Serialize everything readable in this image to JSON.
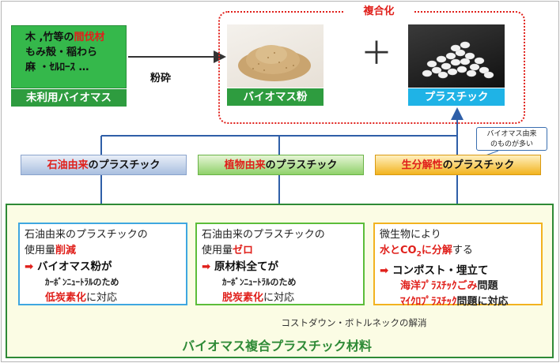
{
  "source": {
    "line1_prefix": "木 ,竹等の",
    "line1_highlight": "間伐材",
    "line2": "もみ殻・稲わら",
    "line3": "麻 ・ｾﾙﾛｰｽ …",
    "label": "未利用バイオマス"
  },
  "process_label": "粉砕",
  "composite": {
    "title": "複合化",
    "biomass_powder_label": "バイオマス粉",
    "plastic_label": "プラスチック",
    "plus_symbol": "＋"
  },
  "callout": {
    "line1": "バイオマス由来",
    "line2": "のものが多い"
  },
  "categories": [
    {
      "highlight": "石油由来",
      "suffix": "のプラスチック"
    },
    {
      "highlight": "植物由来",
      "suffix": "のプラスチック"
    },
    {
      "highlight": "生分解性",
      "suffix": "のプラスチック"
    }
  ],
  "descriptions": {
    "petroleum": {
      "line1": "石油由来のプラスチックの",
      "line2_prefix": "使用量",
      "line2_highlight": "削減",
      "arrow": "➡",
      "line3": "バイオマス粉が",
      "line4": "ｶｰﾎﾞﾝﾆｭｰﾄﾗﾙのため",
      "line5_highlight": "低炭素化",
      "line5_suffix": "に対応"
    },
    "plant": {
      "line1": "石油由来のプラスチックの",
      "line2_prefix": "使用量",
      "line2_highlight": "ゼロ",
      "arrow": "➡",
      "line3": "原材料全てが",
      "line4": "ｶｰﾎﾞﾝﾆｭｰﾄﾗﾙのため",
      "line5_highlight": "脱炭素化",
      "line5_suffix": "に対応"
    },
    "biodegradable": {
      "line1": "微生物により",
      "line2_a": "水とCO",
      "line2_sub": "2",
      "line2_b": "に分解",
      "line2_suffix": "する",
      "arrow": "➡",
      "line3": "コンポスト・埋立て",
      "line4_highlight": "海洋ﾌﾟﾗｽﾁｯｸごみ",
      "line4_suffix": "問題",
      "line5_highlight": "ﾏｲｸﾛﾌﾟﾗｽﾁｯｸ",
      "line5_suffix": "問題に対応"
    }
  },
  "merit_note": "コストダウン・ボトルネックの解消",
  "final_title": "バイオマス複合プラスチック材料",
  "colors": {
    "green": "#2e9c3f",
    "red": "#e0201b",
    "blue": "#1fb3e6",
    "line_blue": "#2f5fa8"
  }
}
